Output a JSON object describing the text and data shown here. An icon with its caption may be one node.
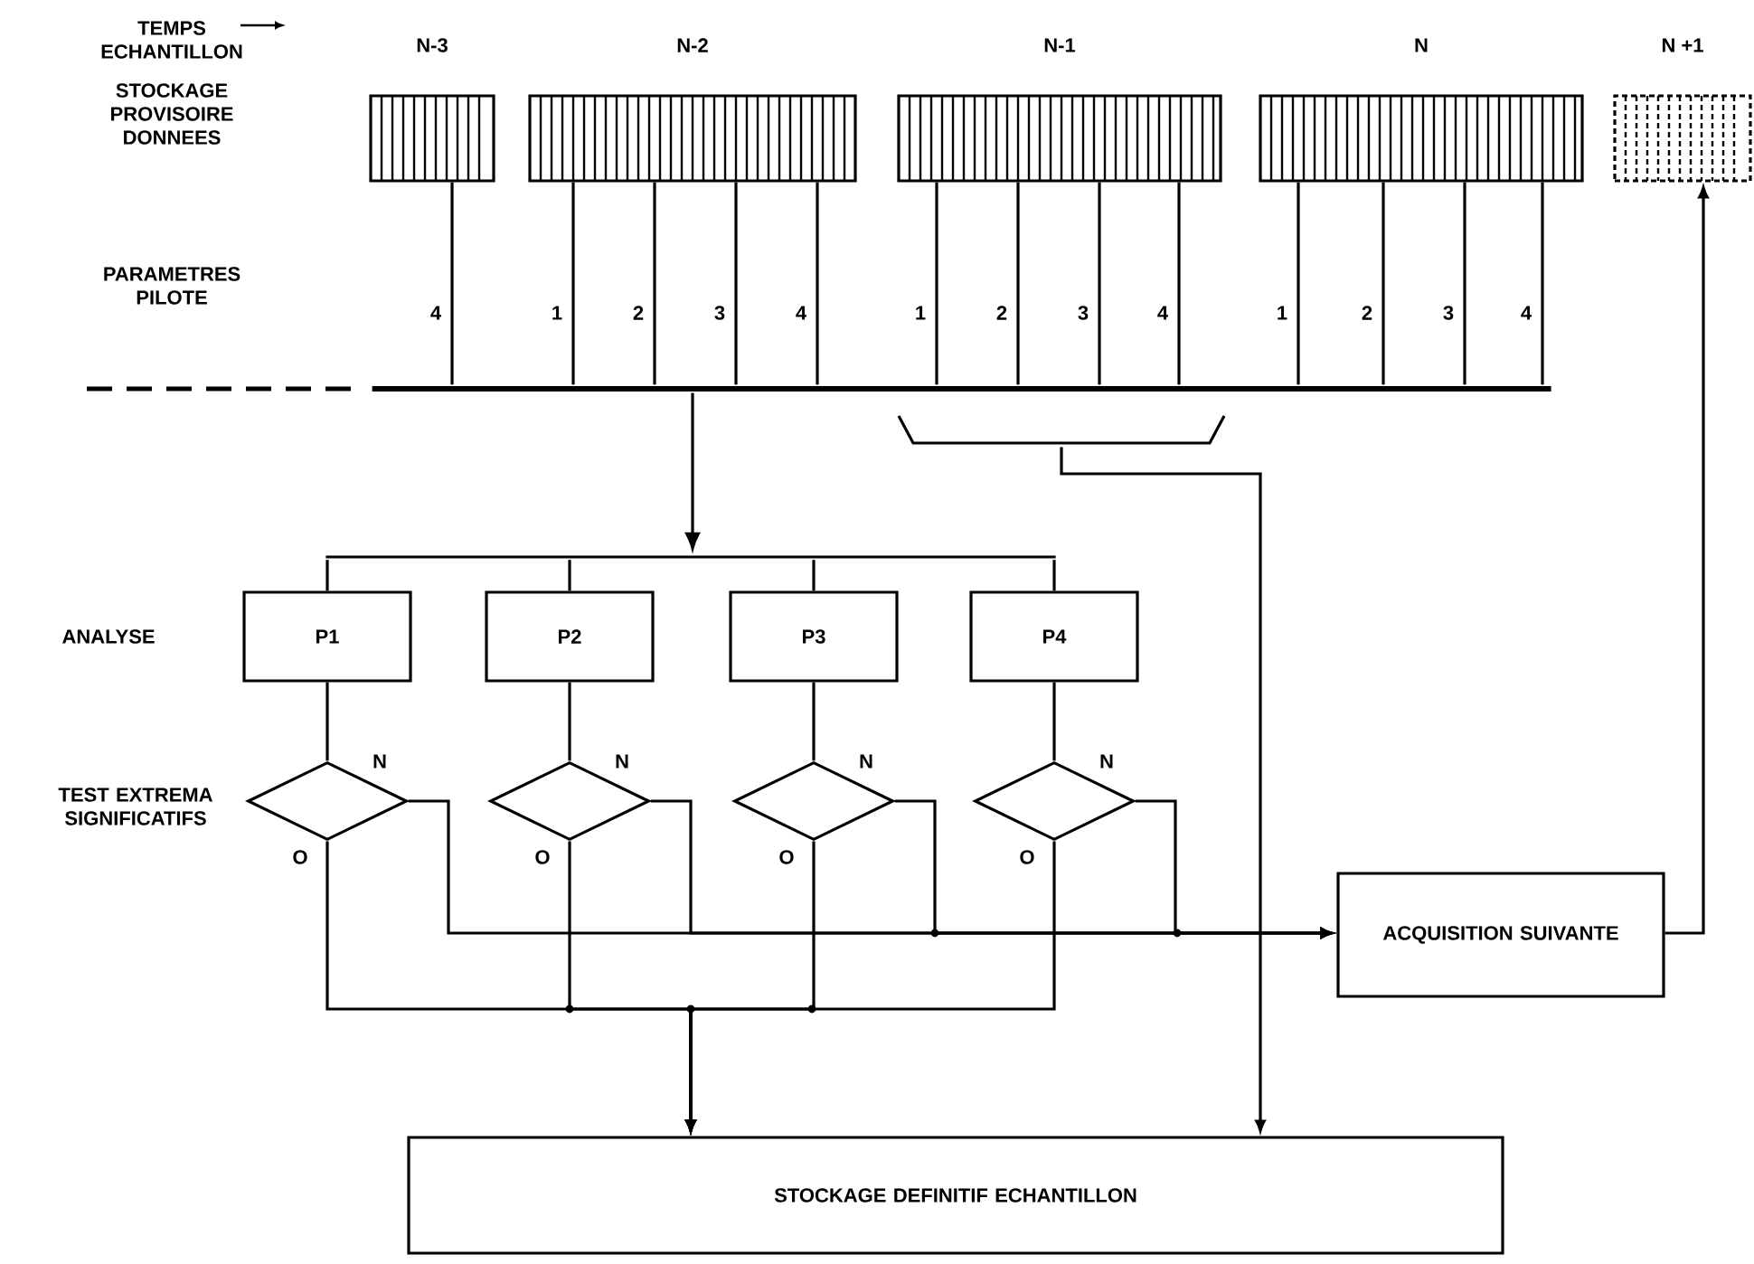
{
  "diagram": {
    "nodes": [
      {
        "text": [
          "N-3"
        ]
      },
      {
        "text": [
          "N-2"
        ]
      },
      {
        "text": [
          "N-1"
        ]
      },
      {
        "text": [
          "N"
        ]
      },
      {
        "text": [
          "N +1"
        ]
      },
      {
        "text": [],
        "shape": "bar"
      },
      {
        "text": [],
        "shape": "bracket"
      },
      {
        "text": [
          "P1"
        ]
      },
      {
        "text": [
          "P2"
        ]
      },
      {
        "text": [
          "P3"
        ]
      },
      {
        "text": [
          "P4"
        ]
      },
      {
        "text": [],
        "shape": "diamond"
      },
      {
        "text": [],
        "shape": "diamond"
      },
      {
        "text": [],
        "shape": "diamond"
      },
      {
        "text": [],
        "shape": "diamond"
      },
      {
        "text": [
          "ACQUISITION SUIVANTE"
        ]
      },
      {
        "text": [
          "STOCKAGE DEFINITIF ECHANTILLON"
        ]
      },
      {
        "text": [],
        "shape": "bar"
      }
    ],
    "edges": [
      {
        "from": 0,
        "to": 5,
        "arrow": "none",
        "label": "4"
      },
      {
        "from": 1,
        "to": 5,
        "arrow": "none",
        "label": "1"
      },
      {
        "from": 1,
        "to": 5,
        "arrow": "none",
        "label": "2"
      },
      {
        "from": 1,
        "to": 5,
        "arrow": "none",
        "label": "3"
      },
      {
        "from": 1,
        "to": 5,
        "arrow": "none",
        "label": "4"
      },
      {
        "from": 2,
        "to": 5,
        "arrow": "none",
        "label": "1"
      },
      {
        "from": 2,
        "to": 5,
        "arrow": "none",
        "label": "2"
      },
      {
        "from": 2,
        "to": 5,
        "arrow": "none",
        "label": "3"
      },
      {
        "from": 2,
        "to": 5,
        "arrow": "none",
        "label": "4"
      },
      {
        "from": 3,
        "to": 5,
        "arrow": "none",
        "label": "1"
      },
      {
        "from": 3,
        "to": 5,
        "arrow": "none",
        "label": "2"
      },
      {
        "from": 3,
        "to": 5,
        "arrow": "none",
        "label": "3"
      },
      {
        "from": 3,
        "to": 5,
        "arrow": "none",
        "label": "4"
      },
      {
        "from": 5,
        "to": 17,
        "arrow": "to"
      },
      {
        "from": 17,
        "to": 7,
        "arrow": "none"
      },
      {
        "from": 17,
        "to": 8,
        "arrow": "none"
      },
      {
        "from": 17,
        "to": 9,
        "arrow": "none"
      },
      {
        "from": 17,
        "to": 10,
        "arrow": "none"
      },
      {
        "from": 7,
        "to": 11,
        "arrow": "none"
      },
      {
        "from": 8,
        "to": 12,
        "arrow": "none"
      },
      {
        "from": 9,
        "to": 13,
        "arrow": "none"
      },
      {
        "from": 10,
        "to": 14,
        "arrow": "none"
      },
      {
        "from": 11,
        "to": 15,
        "arrow": "to",
        "label": "N"
      },
      {
        "from": 12,
        "to": 15,
        "arrow": "to",
        "label": "N"
      },
      {
        "from": 13,
        "to": 15,
        "arrow": "to",
        "label": "N"
      },
      {
        "from": 14,
        "to": 15,
        "arrow": "to",
        "label": "N"
      },
      {
        "from": 11,
        "to": 16,
        "arrow": "to",
        "label": "O"
      },
      {
        "from": 12,
        "to": 16,
        "arrow": "to",
        "label": "O"
      },
      {
        "from": 13,
        "to": 16,
        "arrow": "to",
        "label": "O"
      },
      {
        "from": 14,
        "to": 16,
        "arrow": "to",
        "label": "O"
      },
      {
        "from": 15,
        "to": 4,
        "arrow": "to"
      },
      {
        "from": 6,
        "to": 16,
        "arrow": "to"
      }
    ],
    "labels": [
      "TEMPS ECHANTILLON",
      "STOCKAGE PROVISOIRE DONNEES",
      "PARAMETRES PILOTE",
      "ANALYSE",
      "TEST EXTREMA SIGNIFICATIFS"
    ]
  }
}
